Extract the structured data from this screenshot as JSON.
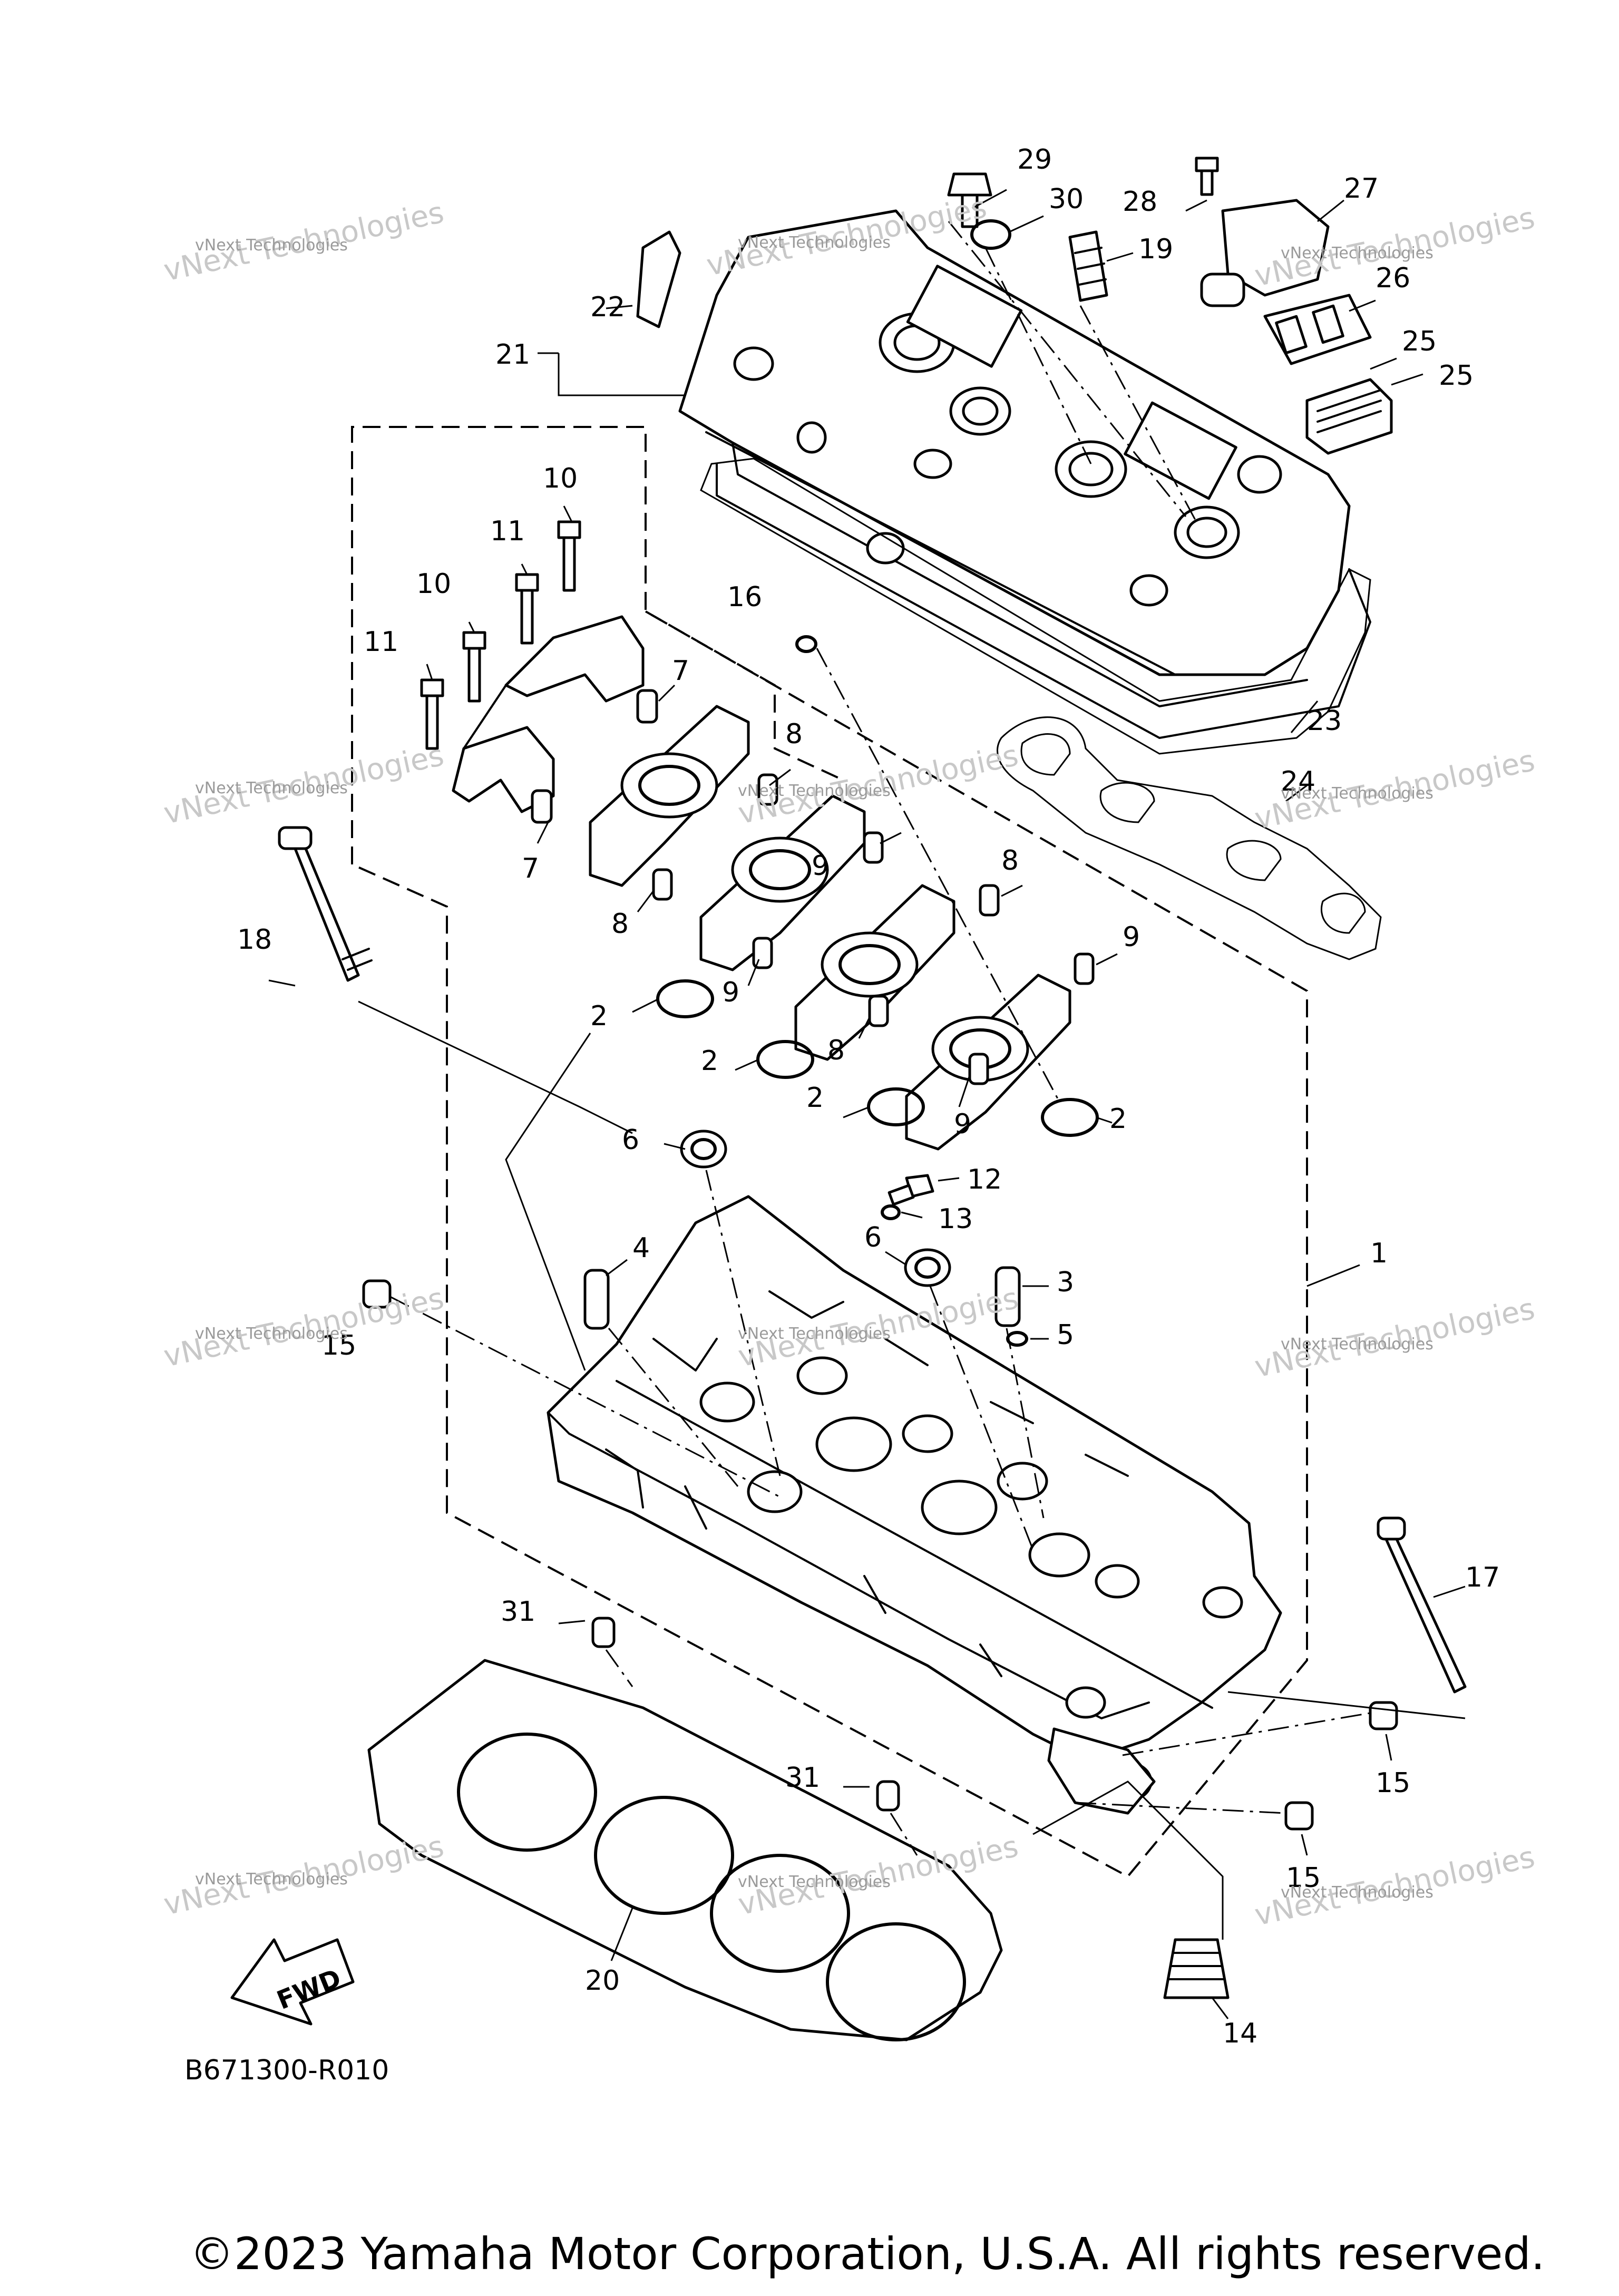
{
  "callouts": [
    {
      "label": "29"
    },
    {
      "label": "30"
    },
    {
      "label": "28"
    },
    {
      "label": "27"
    },
    {
      "label": "19"
    },
    {
      "label": "26"
    },
    {
      "label": "22"
    },
    {
      "label": "21"
    },
    {
      "label": "25"
    },
    {
      "label": "25"
    },
    {
      "label": "10"
    },
    {
      "label": "11"
    },
    {
      "label": "10"
    },
    {
      "label": "11"
    },
    {
      "label": "16"
    },
    {
      "label": "7"
    },
    {
      "label": "8"
    },
    {
      "label": "23"
    },
    {
      "label": "24"
    },
    {
      "label": "7"
    },
    {
      "label": "9"
    },
    {
      "label": "8"
    },
    {
      "label": "8"
    },
    {
      "label": "18"
    },
    {
      "label": "9"
    },
    {
      "label": "9"
    },
    {
      "label": "2"
    },
    {
      "label": "2"
    },
    {
      "label": "8"
    },
    {
      "label": "2"
    },
    {
      "label": "9"
    },
    {
      "label": "2"
    },
    {
      "label": "6"
    },
    {
      "label": "12"
    },
    {
      "label": "13"
    },
    {
      "label": "6"
    },
    {
      "label": "4"
    },
    {
      "label": "1"
    },
    {
      "label": "3"
    },
    {
      "label": "5"
    },
    {
      "label": "15"
    },
    {
      "label": "17"
    },
    {
      "label": "31"
    },
    {
      "label": "15"
    },
    {
      "label": "31"
    },
    {
      "label": "15"
    },
    {
      "label": "20"
    },
    {
      "label": "14"
    }
  ],
  "watermark": {
    "line1": "vNext Technologies",
    "line2": "vNext Technologies"
  },
  "fwd_label": "FWD",
  "diagram_code": "B671300-R010",
  "copyright": "©2023 Yamaha Motor Corporation, U.S.A. All rights reserved."
}
